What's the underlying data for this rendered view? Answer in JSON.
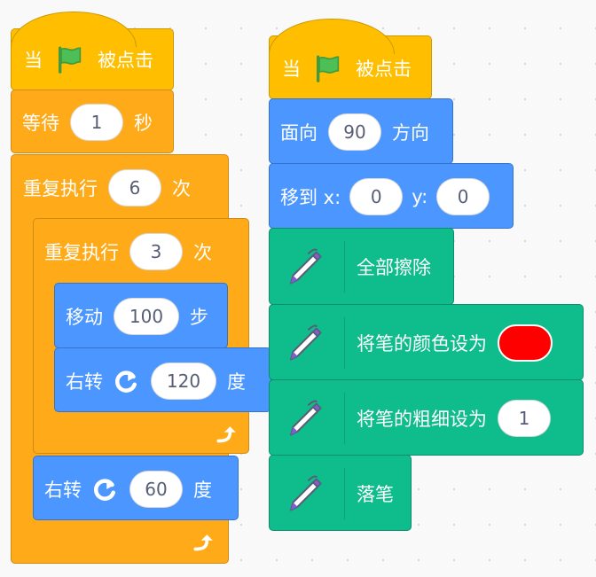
{
  "script1": {
    "hat": {
      "when": "当",
      "clicked": "被点击",
      "icon": "green-flag-icon"
    },
    "wait": {
      "label": "等待",
      "value": "1",
      "unit": "秒"
    },
    "repeat_outer": {
      "label": "重复执行",
      "value": "6",
      "unit": "次"
    },
    "repeat_inner": {
      "label": "重复执行",
      "value": "3",
      "unit": "次"
    },
    "move": {
      "label": "移动",
      "value": "100",
      "unit": "步"
    },
    "turn_inner": {
      "label": "右转",
      "value": "120",
      "unit": "度",
      "icon": "rotate-right-icon"
    },
    "turn_outer": {
      "label": "右转",
      "value": "60",
      "unit": "度",
      "icon": "rotate-right-icon"
    }
  },
  "script2": {
    "hat": {
      "when": "当",
      "clicked": "被点击",
      "icon": "green-flag-icon"
    },
    "point": {
      "label": "面向",
      "value": "90",
      "unit": "方向"
    },
    "goto": {
      "label": "移到 x:",
      "x": "0",
      "y_label": "y:",
      "y": "0"
    },
    "clear": {
      "label": "全部擦除",
      "icon": "pen-icon"
    },
    "set_color": {
      "label": "将笔的颜色设为",
      "color": "#ff0000",
      "icon": "pen-icon"
    },
    "set_size": {
      "label": "将笔的粗细设为",
      "value": "1",
      "icon": "pen-icon"
    },
    "pen_down": {
      "label": "落笔",
      "icon": "pen-icon"
    }
  },
  "colors": {
    "events": "#ffbf00",
    "control": "#ffab19",
    "motion": "#4c97ff",
    "pen": "#0fbd8c"
  }
}
